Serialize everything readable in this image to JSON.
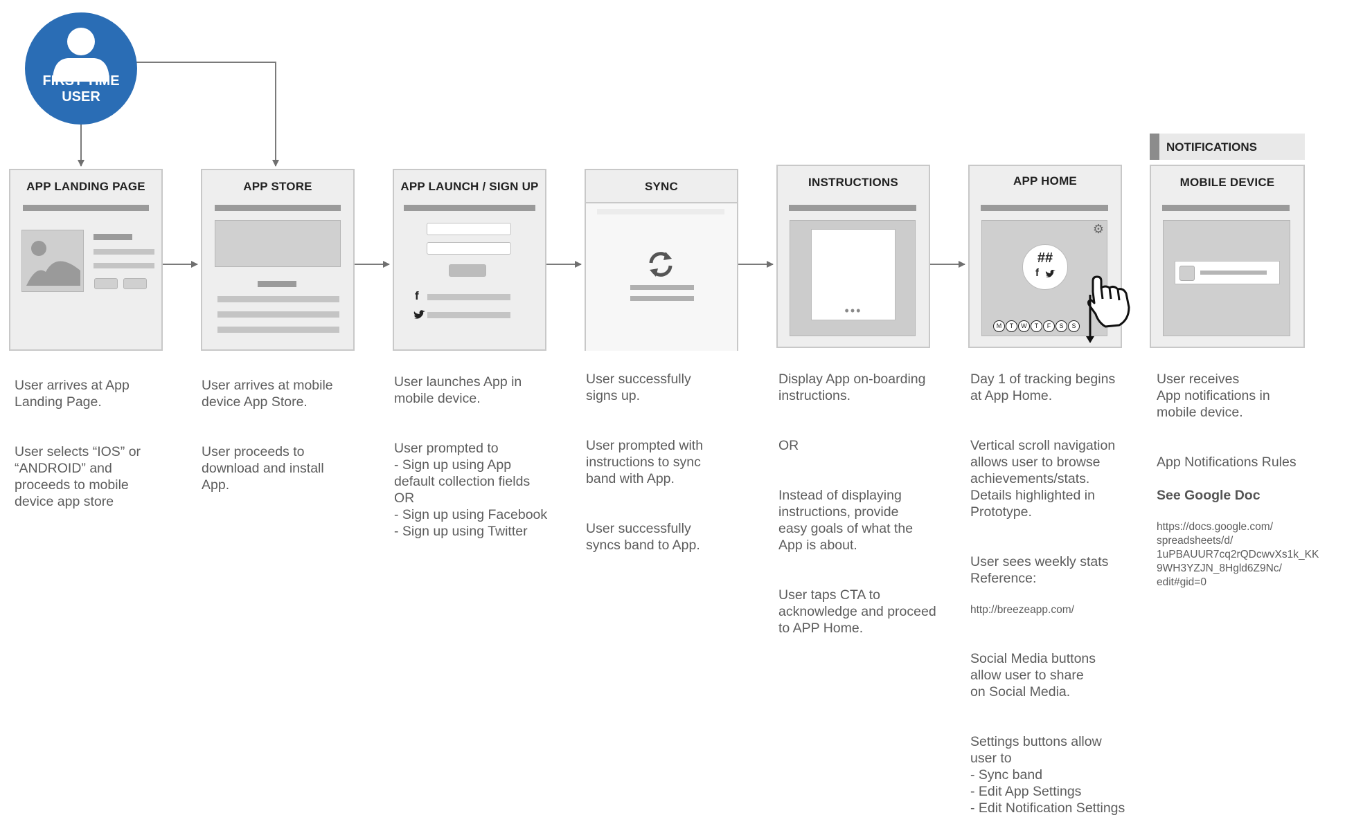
{
  "user": {
    "label": "FIRST TIME\nUSER"
  },
  "steps": [
    {
      "title": "APP LANDING PAGE",
      "desc": [
        "User arrives at App\nLanding Page.",
        "User selects “IOS” or\n“ANDROID” and\nproceeds to mobile\ndevice app store"
      ]
    },
    {
      "title": "APP STORE",
      "desc": [
        "User arrives at mobile\ndevice App Store.",
        "User proceeds to\ndownload and install\nApp."
      ]
    },
    {
      "title": "APP LAUNCH / SIGN UP",
      "desc": [
        "User launches App in\nmobile device.",
        "User prompted to\n- Sign up using App\ndefault collection fields\nOR\n- Sign up using Facebook\n- Sign up using Twitter"
      ]
    },
    {
      "title": "SYNC",
      "desc": [
        "User successfully\nsigns up.",
        "User prompted with\ninstructions to sync\nband with App.",
        "User successfully\nsyncs band to App."
      ]
    },
    {
      "title": "INSTRUCTIONS",
      "desc": [
        "Display App on-boarding\ninstructions.",
        "OR",
        "Instead of displaying\ninstructions, provide\neasy goals of what the\nApp is about.",
        "User taps CTA to\nacknowledge and proceed\nto APP Home."
      ]
    },
    {
      "title": "APP HOME",
      "desc": [
        "Day 1 of tracking begins\nat App Home.",
        "Vertical scroll navigation\nallows user to browse\nachievements/stats.\nDetails highlighted in\nPrototype."
      ],
      "weekly_label": "User sees weekly stats\nReference:",
      "weekly_url": "http://breezeapp.com/",
      "social": "Social Media buttons\nallow user to share\non Social Media.",
      "settings": "Settings buttons allow\nuser to\n- Sync band\n- Edit App Settings\n- Edit Notification Settings",
      "hash": "##",
      "days": [
        "M",
        "T",
        "W",
        "T",
        "F",
        "S",
        "S"
      ]
    },
    {
      "title": "MOBILE DEVICE",
      "header": "NOTIFICATIONS",
      "desc": [
        "User receives\nApp notifications in\nmobile device."
      ],
      "rules_label": "App Notifications Rules",
      "rules_link": "See Google Doc",
      "rules_url": "https://docs.google.com/\nspreadsheets/d/\n1uPBAUUR7cq2rQDcwvXs1k_KK\n9WH3YZJN_8Hgld6Z9Nc/\nedit#gid=0"
    }
  ],
  "colors": {
    "user_circle": "#2a6db5",
    "arrow": "#7a7a7a",
    "card_border": "#c8c8c8"
  }
}
